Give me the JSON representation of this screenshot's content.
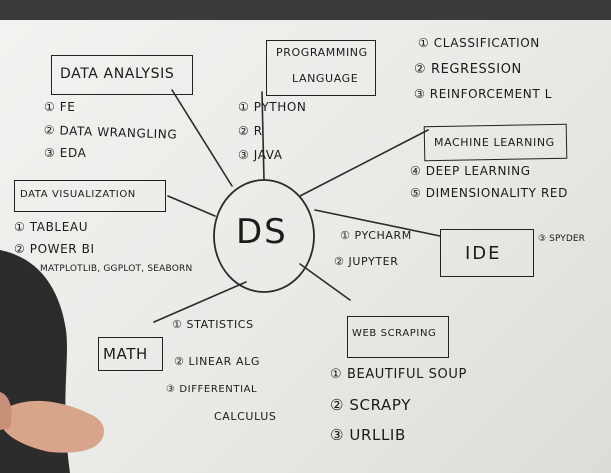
{
  "center": "DS",
  "data_analysis": {
    "title": "DATA ANALYSIS",
    "items": [
      "① FE",
      "② DATA WRANGLING",
      "③ EDA"
    ]
  },
  "programming": {
    "title_line1": "PROGRAMMING",
    "title_line2": "LANGUAGE",
    "items": [
      "① PYTHON",
      "② R",
      "③ JAVA"
    ]
  },
  "ml_list": {
    "items": [
      "① CLASSIFICATION",
      "② REGRESSION",
      "③ REINFORCEMENT L"
    ]
  },
  "machine_learning": {
    "title": "MACHINE LEARNING",
    "items": [
      "④ DEEP LEARNING",
      "⑤ DIMENSIONALITY RED"
    ]
  },
  "data_visualization": {
    "title": "DATA VISUALIZATION",
    "items": [
      "① TABLEAU",
      "② POWER BI",
      "MATPLOTLIB, GGPLOT, SEABORN"
    ]
  },
  "ide": {
    "title": "IDE",
    "items": [
      "① PYCHARM",
      "② JUPYTER",
      "③ SPYDER"
    ]
  },
  "math": {
    "title": "MATH",
    "items": [
      "① STATISTICS",
      "② LINEAR ALG",
      "③ DIFFERENTIAL",
      "CALCULUS"
    ]
  },
  "web_scraping": {
    "title": "WEB SCRAPING",
    "items": [
      "① BEAUTIFUL SOUP",
      "② SCRAPY",
      "③ URLLIB"
    ]
  }
}
